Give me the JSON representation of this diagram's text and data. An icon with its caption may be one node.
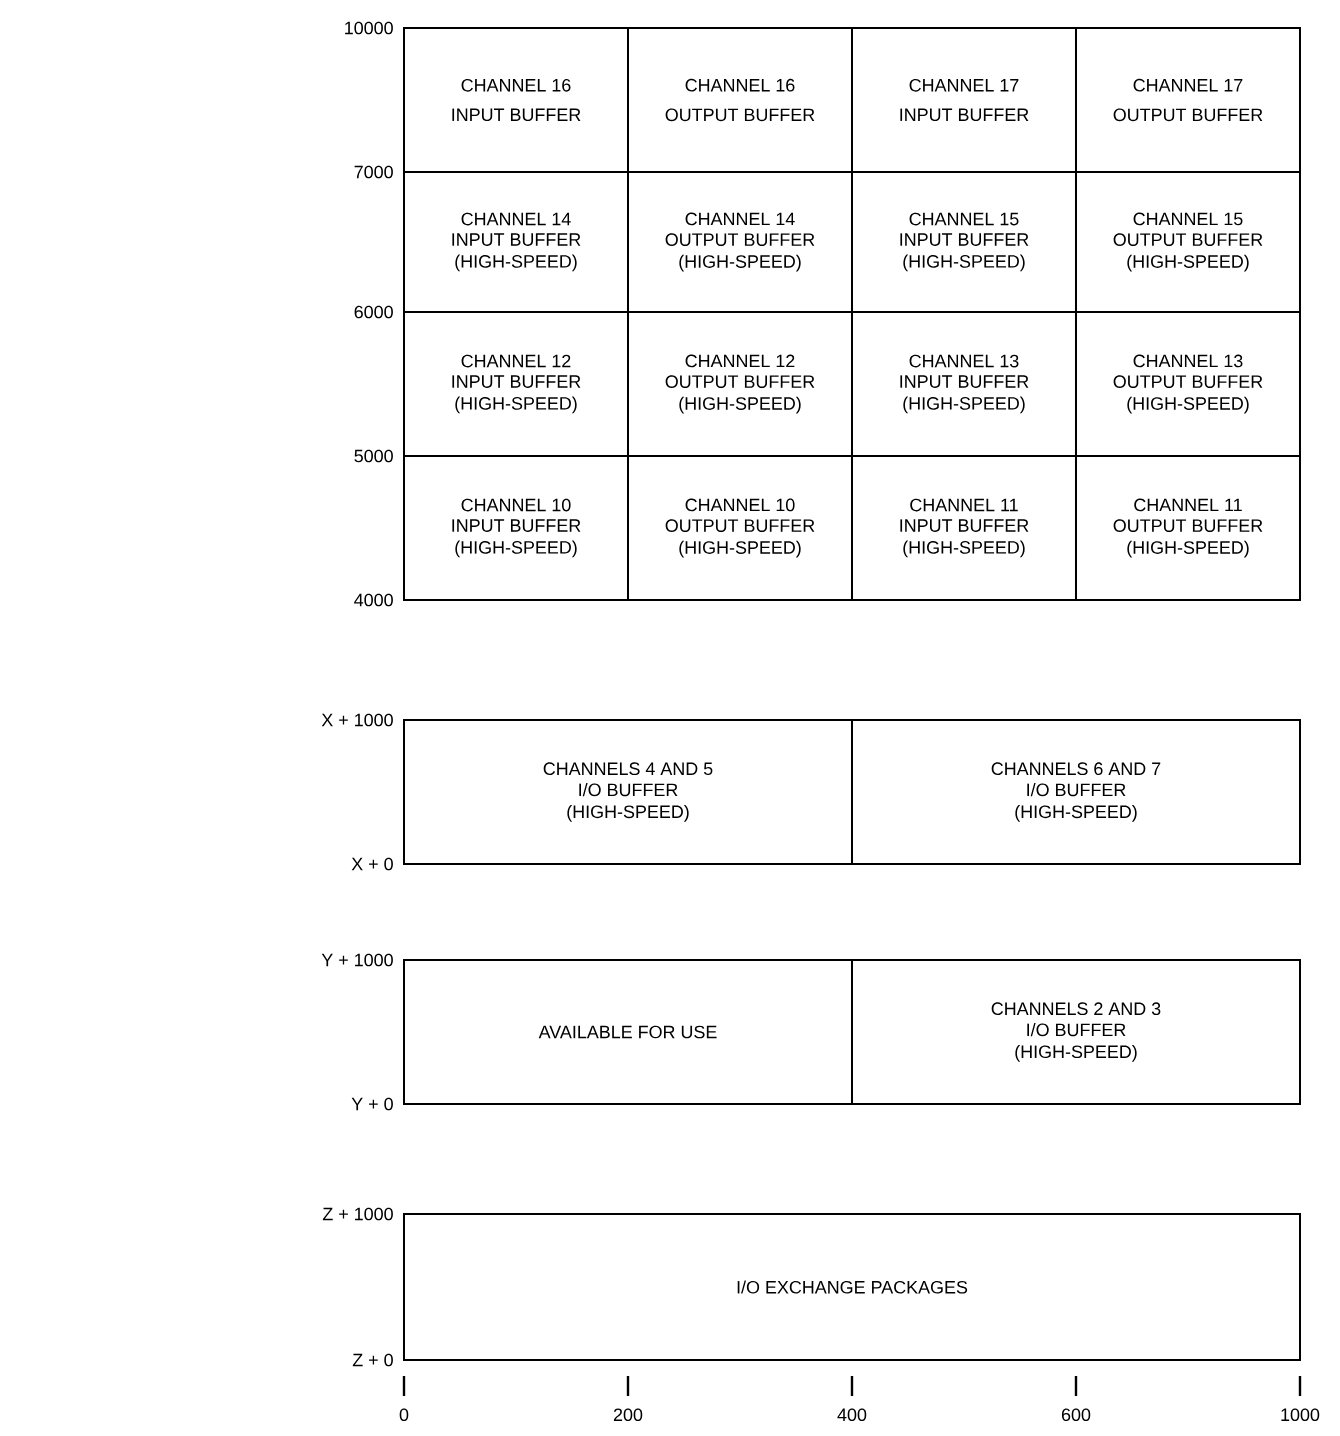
{
  "diagram": {
    "nodes": [
      {
        "text": [
          "CHANNEL 16",
          "INPUT BUFFER"
        ]
      },
      {
        "text": [
          "CHANNEL 16",
          "OUTPUT BUFFER"
        ]
      },
      {
        "text": [
          "CHANNEL 17",
          "INPUT BUFFER"
        ]
      },
      {
        "text": [
          "CHANNEL 17",
          "OUTPUT BUFFER"
        ]
      },
      {
        "text": [
          "CHANNEL 14",
          "INPUT BUFFER (HIGH-SPEED)"
        ]
      },
      {
        "text": [
          "CHANNEL 14",
          "OUTPUT BUFFER (HIGH-SPEED)"
        ]
      },
      {
        "text": [
          "CHANNEL 15",
          "INPUT BUFFER (HIGH-SPEED)"
        ]
      },
      {
        "text": [
          "CHANNEL 15",
          "OUTPUT BUFFER (HIGH-SPEED)"
        ]
      },
      {
        "text": [
          "CHANNEL 12",
          "INPUT BUFFER (HIGH-SPEED)"
        ]
      },
      {
        "text": [
          "CHANNEL 12",
          "OUTPUT BUFFER (HIGH-SPEED)"
        ]
      },
      {
        "text": [
          "CHANNEL 13",
          "INPUT BUFFER (HIGH-SPEED)"
        ]
      },
      {
        "text": [
          "CHANNEL 13",
          "OUTPUT BUFFER (HIGH-SPEED)"
        ]
      },
      {
        "text": [
          "CHANNEL 10",
          "INPUT BUFFER (HIGH-SPEED)"
        ]
      },
      {
        "text": [
          "CHANNEL 10",
          "OUTPUT BUFFER (HIGH-SPEED)"
        ]
      },
      {
        "text": [
          "CHANNEL 11",
          "INPUT BUFFER (HIGH-SPEED)"
        ]
      },
      {
        "text": [
          "CHANNEL 11",
          "OUTPUT BUFFER (HIGH-SPEED)"
        ]
      },
      {
        "text": [
          "CHANNELS 4 AND 5",
          "I/O BUFFER (HIGH-SPEED)"
        ]
      },
      {
        "text": [
          "CHANNELS 6 AND 7",
          "I/O BUFFER (HIGH-SPEED)"
        ]
      },
      {
        "text": [
          "AVAILABLE FOR USE"
        ]
      },
      {
        "text": [
          "CHANNELS 2 AND 3",
          "I/O BUFFER (HIGH-SPEED)"
        ]
      },
      {
        "text": [
          "I/O EXCHANGE PACKAGES"
        ]
      }
    ],
    "labels": [
      "10000",
      "7000",
      "6000",
      "5000",
      "4000",
      "X + 1000",
      "X + 0",
      "Y + 1000",
      "Y + 0",
      "Z + 1000",
      "Z + 0",
      "0",
      "200",
      "400",
      "600",
      "1000"
    ]
  }
}
